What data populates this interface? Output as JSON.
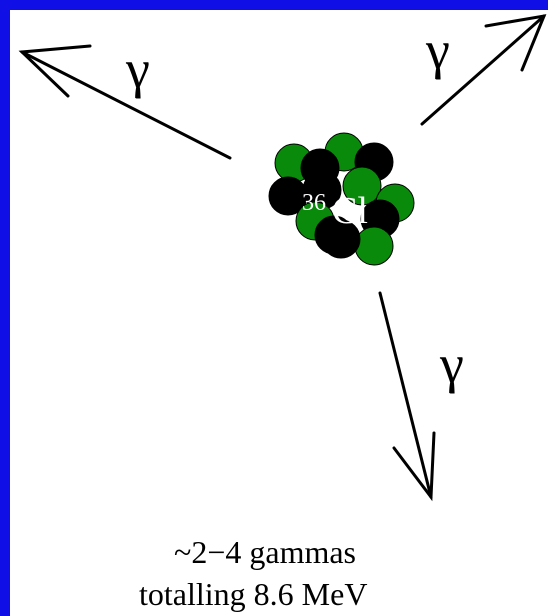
{
  "diagram": {
    "gamma_symbol": "γ",
    "nucleus_mass_number": "36",
    "nucleus_element": "Cl",
    "caption_line1": "~2−4 gammas",
    "caption_line2": "totalling 8.6 MeV",
    "colors": {
      "border": "#1010e6",
      "proton": "#0a8a0a",
      "neutron": "#000000",
      "arrow": "#000000"
    }
  }
}
